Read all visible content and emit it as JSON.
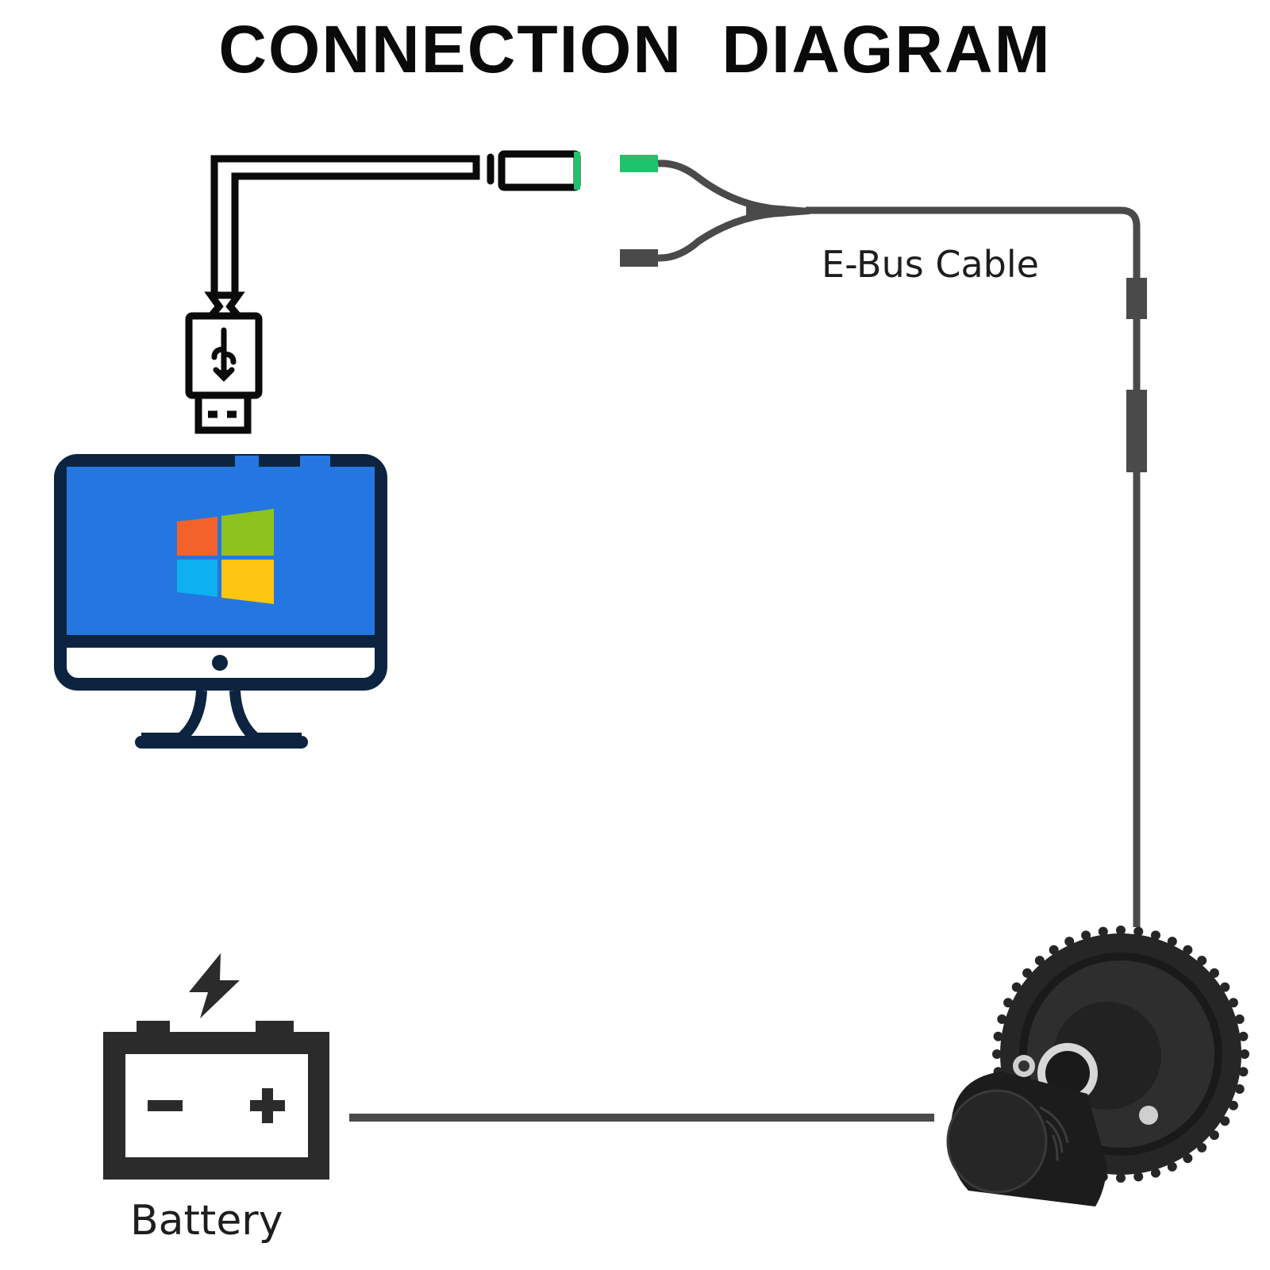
{
  "title": "CONNECTION  DIAGRAM",
  "labels": {
    "ebus_cable": "E-Bus Cable",
    "battery": "Battery"
  },
  "components": [
    {
      "name": "computer",
      "icon": "windows-monitor-icon"
    },
    {
      "name": "usb-cable",
      "icon": "usb-plug-icon"
    },
    {
      "name": "e-bus-cable",
      "icon": "y-split-cable-icon"
    },
    {
      "name": "battery",
      "icon": "battery-icon"
    },
    {
      "name": "mid-drive-motor",
      "icon": "motor-icon"
    }
  ],
  "colors": {
    "connector_green": "#1fc46a",
    "cable_gray": "#4a4a4a",
    "screen_blue": "#2477e0",
    "monitor_outline": "#0c2440",
    "win_red": "#f2622a",
    "win_green": "#8dc21f",
    "win_blue": "#0db1f2",
    "win_yellow": "#fec512"
  }
}
